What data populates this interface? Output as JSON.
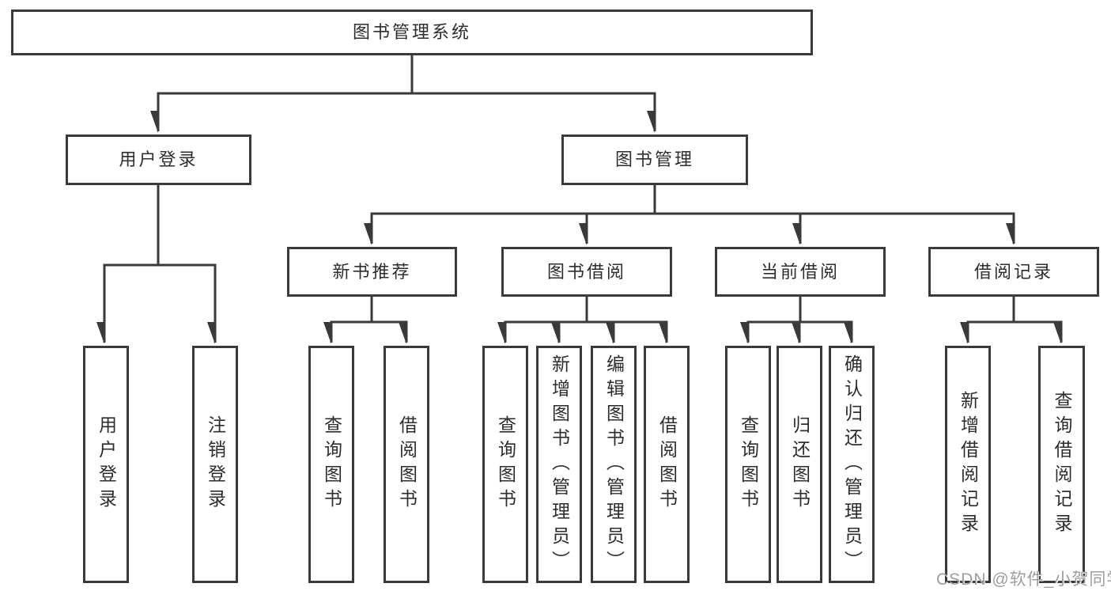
{
  "colors": {
    "line": "#3a3a3a",
    "text": "#2d2d2d",
    "background": "#ffffff",
    "watermark": "#9e9e9e"
  },
  "tree": {
    "label": "图书管理系统",
    "children": [
      {
        "label": "用户登录",
        "children": [
          {
            "label": "用户登录"
          },
          {
            "label": "注销登录"
          }
        ]
      },
      {
        "label": "图书管理",
        "children": [
          {
            "label": "新书推荐",
            "children": [
              {
                "label": "查询图书"
              },
              {
                "label": "借阅图书"
              }
            ]
          },
          {
            "label": "图书借阅",
            "children": [
              {
                "label": "查询图书"
              },
              {
                "label": "新增图书（管理员）"
              },
              {
                "label": "编辑图书（管理员）"
              },
              {
                "label": "借阅图书"
              }
            ]
          },
          {
            "label": "当前借阅",
            "children": [
              {
                "label": "查询图书"
              },
              {
                "label": "归还图书"
              },
              {
                "label": "确认归还（管理员）"
              }
            ]
          },
          {
            "label": "借阅记录",
            "children": [
              {
                "label": "新增借阅记录"
              },
              {
                "label": "查询借阅记录"
              }
            ]
          }
        ]
      }
    ]
  },
  "watermark": {
    "text": "CSDN @软件_小贺同学"
  }
}
